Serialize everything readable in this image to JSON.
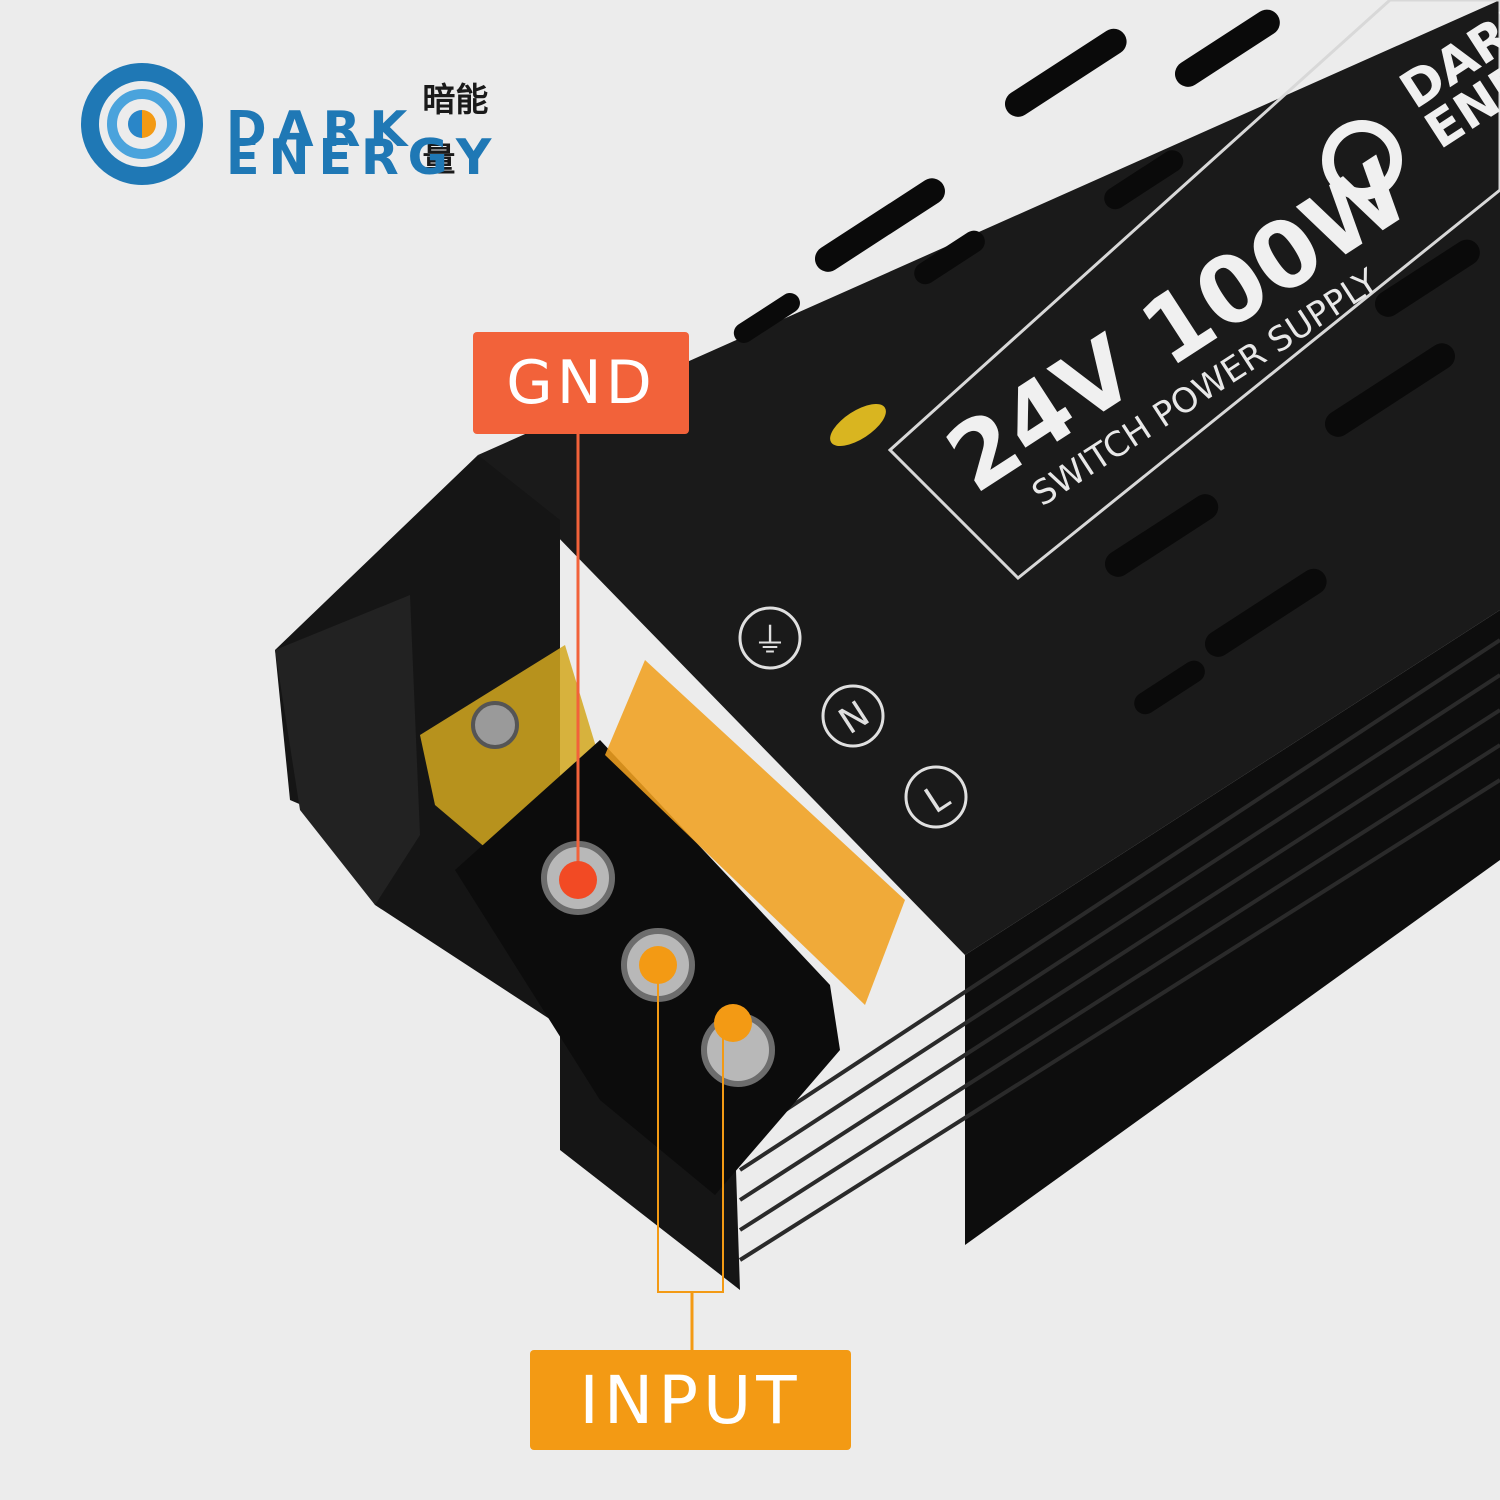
{
  "brand": {
    "name_line1": "DARK",
    "name_cn": "暗能量",
    "name_line2": "ENERGY",
    "logo_icon": "dark-energy-logo-icon",
    "color": "#1f78b5"
  },
  "product_label": {
    "rating": "24V 100W",
    "description": "SWITCH POWER SUPPLY",
    "brand_line1": "DARK",
    "brand_line2": "ENERGY"
  },
  "terminal_symbols": [
    "⏚",
    "N",
    "L"
  ],
  "callouts": {
    "gnd": {
      "label": "GND",
      "color": "#f2623a"
    },
    "input": {
      "label": "INPUT",
      "color": "#f39a14"
    }
  },
  "colors": {
    "background": "#ececec",
    "housing": "#111111",
    "cover": "#f0a020"
  }
}
